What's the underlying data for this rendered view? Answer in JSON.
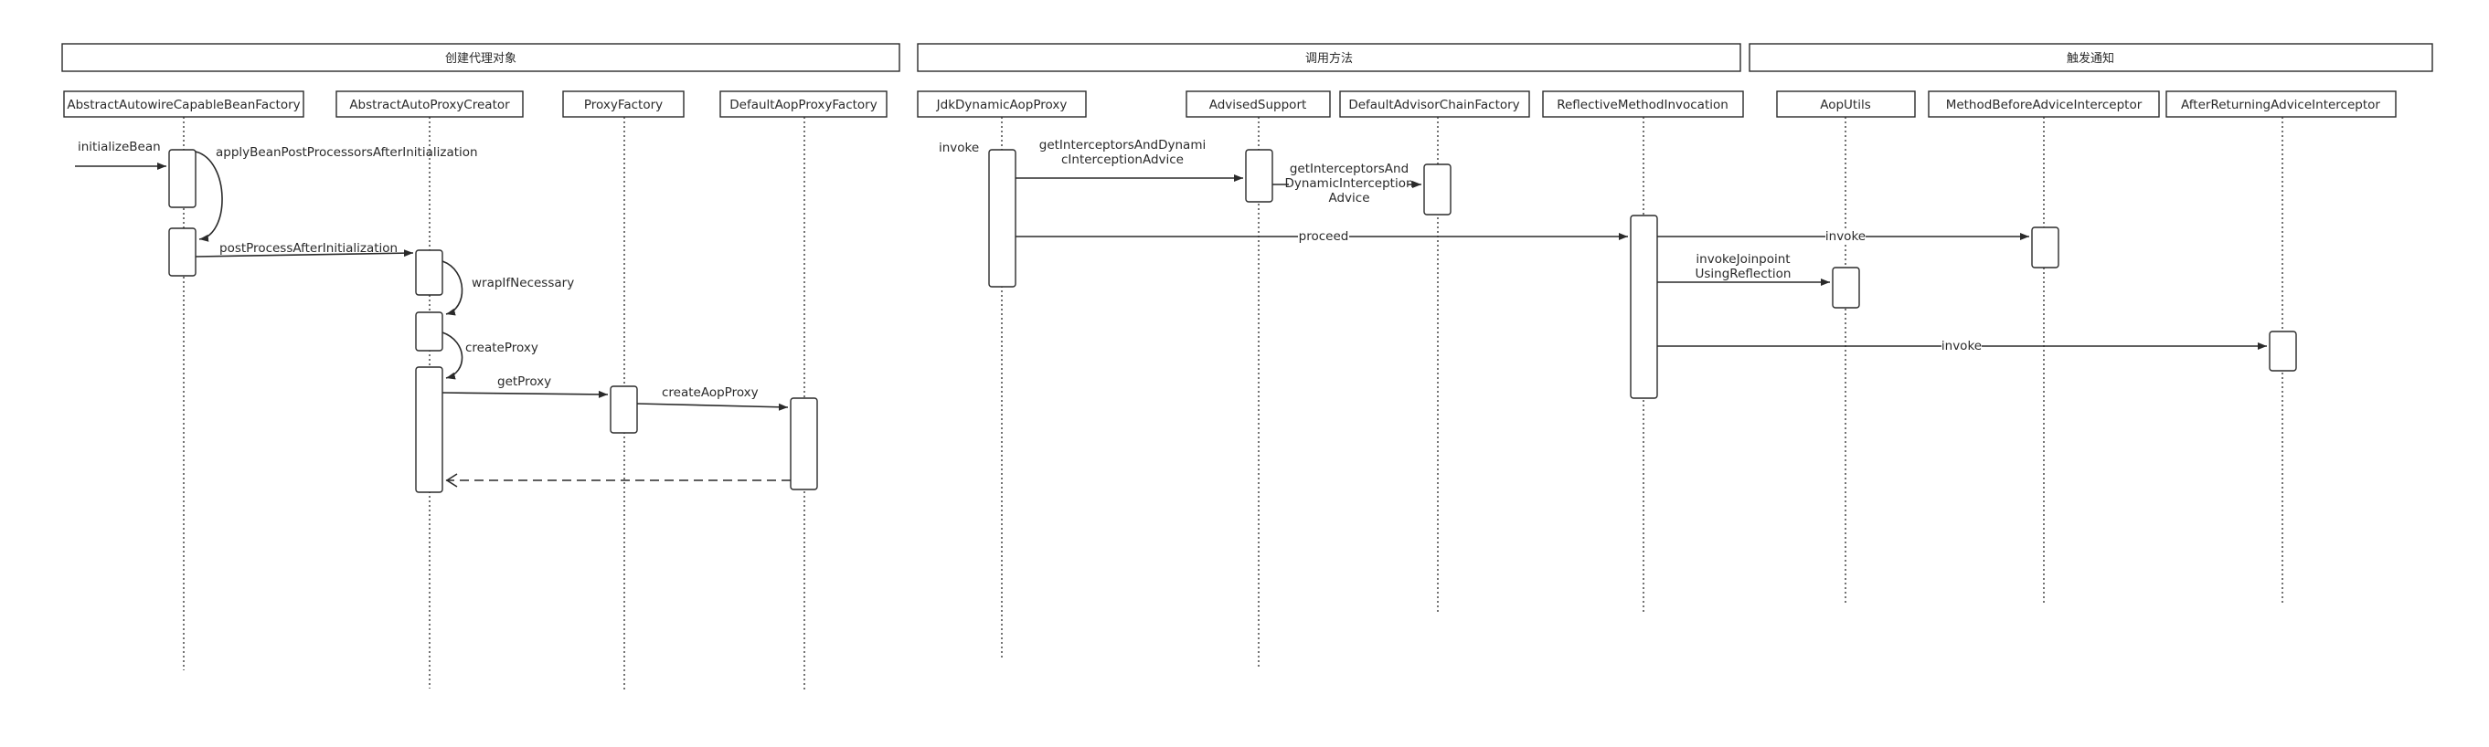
{
  "frames": [
    {
      "label": "创建代理对象"
    },
    {
      "label": "调用方法"
    },
    {
      "label": "触发通知"
    }
  ],
  "participants": [
    {
      "label": "AbstractAutowireCapableBeanFactory"
    },
    {
      "label": "AbstractAutoProxyCreator"
    },
    {
      "label": "ProxyFactory"
    },
    {
      "label": "DefaultAopProxyFactory"
    },
    {
      "label": "JdkDynamicAopProxy"
    },
    {
      "label": "AdvisedSupport"
    },
    {
      "label": "DefaultAdvisorChainFactory"
    },
    {
      "label": "ReflectiveMethodInvocation"
    },
    {
      "label": "AopUtils"
    },
    {
      "label": "MethodBeforeAdviceInterceptor"
    },
    {
      "label": "AfterReturningAdviceInterceptor"
    }
  ],
  "messages": [
    {
      "label": "initializeBean"
    },
    {
      "label": "applyBeanPostProcessorsAfterInitialization"
    },
    {
      "label": "postProcessAfterInitialization"
    },
    {
      "label": "wrapIfNecessary"
    },
    {
      "label": "createProxy"
    },
    {
      "label": "getProxy"
    },
    {
      "label": "createAopProxy"
    },
    {
      "label": "invoke"
    },
    {
      "lines": [
        "getInterceptorsAndDynami",
        "cInterceptionAdvice"
      ]
    },
    {
      "lines": [
        "getInterceptorsAnd",
        "DynamicInterception",
        "Advice"
      ]
    },
    {
      "label": "proceed"
    },
    {
      "label": "invoke"
    },
    {
      "lines": [
        "invokeJoinpoint",
        "UsingReflection"
      ]
    },
    {
      "label": "invoke"
    }
  ]
}
